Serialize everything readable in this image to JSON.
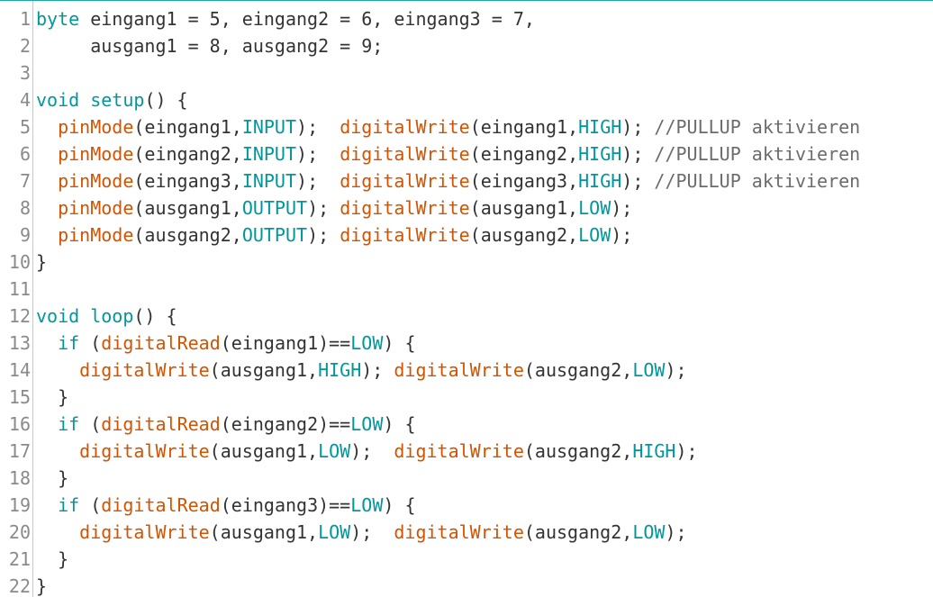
{
  "colors": {
    "keyword": "#00979c",
    "function": "#d35400",
    "constant": "#00979c",
    "plain": "#333333",
    "comment": "#6b6b6b",
    "line_number": "#8a8a8a",
    "accent_top": "#1aa8a8"
  },
  "lines": [
    {
      "n": "1",
      "tokens": [
        [
          "kw",
          "byte"
        ],
        [
          "pl",
          " eingang1 = 5, eingang2 = 6, eingang3 = 7,"
        ]
      ]
    },
    {
      "n": "2",
      "tokens": [
        [
          "pl",
          "     ausgang1 = 8, ausgang2 = 9;"
        ]
      ]
    },
    {
      "n": "3",
      "tokens": []
    },
    {
      "n": "4",
      "tokens": [
        [
          "kw",
          "void"
        ],
        [
          "pl",
          " "
        ],
        [
          "kw",
          "setup"
        ],
        [
          "pl",
          "() {"
        ]
      ]
    },
    {
      "n": "5",
      "tokens": [
        [
          "pl",
          "  "
        ],
        [
          "fn",
          "pinMode"
        ],
        [
          "pl",
          "(eingang1,"
        ],
        [
          "const",
          "INPUT"
        ],
        [
          "pl",
          ");  "
        ],
        [
          "fn",
          "digitalWrite"
        ],
        [
          "pl",
          "(eingang1,"
        ],
        [
          "const",
          "HIGH"
        ],
        [
          "pl",
          "); "
        ],
        [
          "cm",
          "//PULLUP aktivieren"
        ]
      ]
    },
    {
      "n": "6",
      "tokens": [
        [
          "pl",
          "  "
        ],
        [
          "fn",
          "pinMode"
        ],
        [
          "pl",
          "(eingang2,"
        ],
        [
          "const",
          "INPUT"
        ],
        [
          "pl",
          ");  "
        ],
        [
          "fn",
          "digitalWrite"
        ],
        [
          "pl",
          "(eingang2,"
        ],
        [
          "const",
          "HIGH"
        ],
        [
          "pl",
          "); "
        ],
        [
          "cm",
          "//PULLUP aktivieren"
        ]
      ]
    },
    {
      "n": "7",
      "tokens": [
        [
          "pl",
          "  "
        ],
        [
          "fn",
          "pinMode"
        ],
        [
          "pl",
          "(eingang3,"
        ],
        [
          "const",
          "INPUT"
        ],
        [
          "pl",
          ");  "
        ],
        [
          "fn",
          "digitalWrite"
        ],
        [
          "pl",
          "(eingang3,"
        ],
        [
          "const",
          "HIGH"
        ],
        [
          "pl",
          "); "
        ],
        [
          "cm",
          "//PULLUP aktivieren"
        ]
      ]
    },
    {
      "n": "8",
      "tokens": [
        [
          "pl",
          "  "
        ],
        [
          "fn",
          "pinMode"
        ],
        [
          "pl",
          "(ausgang1,"
        ],
        [
          "const",
          "OUTPUT"
        ],
        [
          "pl",
          "); "
        ],
        [
          "fn",
          "digitalWrite"
        ],
        [
          "pl",
          "(ausgang1,"
        ],
        [
          "const",
          "LOW"
        ],
        [
          "pl",
          ");"
        ]
      ]
    },
    {
      "n": "9",
      "tokens": [
        [
          "pl",
          "  "
        ],
        [
          "fn",
          "pinMode"
        ],
        [
          "pl",
          "(ausgang2,"
        ],
        [
          "const",
          "OUTPUT"
        ],
        [
          "pl",
          "); "
        ],
        [
          "fn",
          "digitalWrite"
        ],
        [
          "pl",
          "(ausgang2,"
        ],
        [
          "const",
          "LOW"
        ],
        [
          "pl",
          ");"
        ]
      ]
    },
    {
      "n": "10",
      "tokens": [
        [
          "pl",
          "}"
        ]
      ]
    },
    {
      "n": "11",
      "tokens": []
    },
    {
      "n": "12",
      "tokens": [
        [
          "kw",
          "void"
        ],
        [
          "pl",
          " "
        ],
        [
          "kw",
          "loop"
        ],
        [
          "pl",
          "() {"
        ]
      ]
    },
    {
      "n": "13",
      "tokens": [
        [
          "pl",
          "  "
        ],
        [
          "kw",
          "if"
        ],
        [
          "pl",
          " ("
        ],
        [
          "fn",
          "digitalRead"
        ],
        [
          "pl",
          "(eingang1)=="
        ],
        [
          "const",
          "LOW"
        ],
        [
          "pl",
          ") {"
        ]
      ]
    },
    {
      "n": "14",
      "tokens": [
        [
          "pl",
          "    "
        ],
        [
          "fn",
          "digitalWrite"
        ],
        [
          "pl",
          "(ausgang1,"
        ],
        [
          "const",
          "HIGH"
        ],
        [
          "pl",
          "); "
        ],
        [
          "fn",
          "digitalWrite"
        ],
        [
          "pl",
          "(ausgang2,"
        ],
        [
          "const",
          "LOW"
        ],
        [
          "pl",
          ");"
        ]
      ]
    },
    {
      "n": "15",
      "tokens": [
        [
          "pl",
          "  }"
        ]
      ]
    },
    {
      "n": "16",
      "tokens": [
        [
          "pl",
          "  "
        ],
        [
          "kw",
          "if"
        ],
        [
          "pl",
          " ("
        ],
        [
          "fn",
          "digitalRead"
        ],
        [
          "pl",
          "(eingang2)=="
        ],
        [
          "const",
          "LOW"
        ],
        [
          "pl",
          ") {"
        ]
      ]
    },
    {
      "n": "17",
      "tokens": [
        [
          "pl",
          "    "
        ],
        [
          "fn",
          "digitalWrite"
        ],
        [
          "pl",
          "(ausgang1,"
        ],
        [
          "const",
          "LOW"
        ],
        [
          "pl",
          ");  "
        ],
        [
          "fn",
          "digitalWrite"
        ],
        [
          "pl",
          "(ausgang2,"
        ],
        [
          "const",
          "HIGH"
        ],
        [
          "pl",
          ");"
        ]
      ]
    },
    {
      "n": "18",
      "tokens": [
        [
          "pl",
          "  }"
        ]
      ]
    },
    {
      "n": "19",
      "tokens": [
        [
          "pl",
          "  "
        ],
        [
          "kw",
          "if"
        ],
        [
          "pl",
          " ("
        ],
        [
          "fn",
          "digitalRead"
        ],
        [
          "pl",
          "(eingang3)=="
        ],
        [
          "const",
          "LOW"
        ],
        [
          "pl",
          ") {"
        ]
      ]
    },
    {
      "n": "20",
      "tokens": [
        [
          "pl",
          "    "
        ],
        [
          "fn",
          "digitalWrite"
        ],
        [
          "pl",
          "(ausgang1,"
        ],
        [
          "const",
          "LOW"
        ],
        [
          "pl",
          ");  "
        ],
        [
          "fn",
          "digitalWrite"
        ],
        [
          "pl",
          "(ausgang2,"
        ],
        [
          "const",
          "LOW"
        ],
        [
          "pl",
          ");"
        ]
      ]
    },
    {
      "n": "21",
      "tokens": [
        [
          "pl",
          "  }"
        ]
      ]
    },
    {
      "n": "22",
      "tokens": [
        [
          "pl",
          "}"
        ]
      ]
    }
  ]
}
